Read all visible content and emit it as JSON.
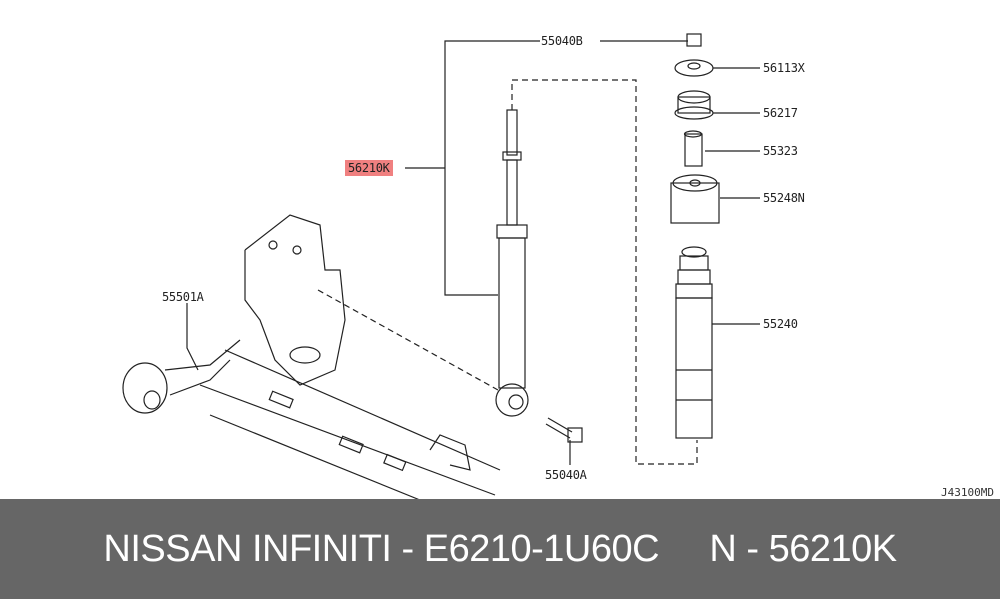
{
  "diagram": {
    "labels": {
      "p55040B": "55040B",
      "p56113X": "56113X",
      "p56217": "56217",
      "p55323": "55323",
      "p56210K": "56210K",
      "p55248N": "55248N",
      "p55501A": "55501A",
      "p55240": "55240",
      "p55040A": "55040A"
    },
    "highlight_color": "#f08080",
    "diagram_code": "J43100MD"
  },
  "banner": {
    "text": "NISSAN INFINITI - E6210-1U60C     N - 56210K"
  }
}
